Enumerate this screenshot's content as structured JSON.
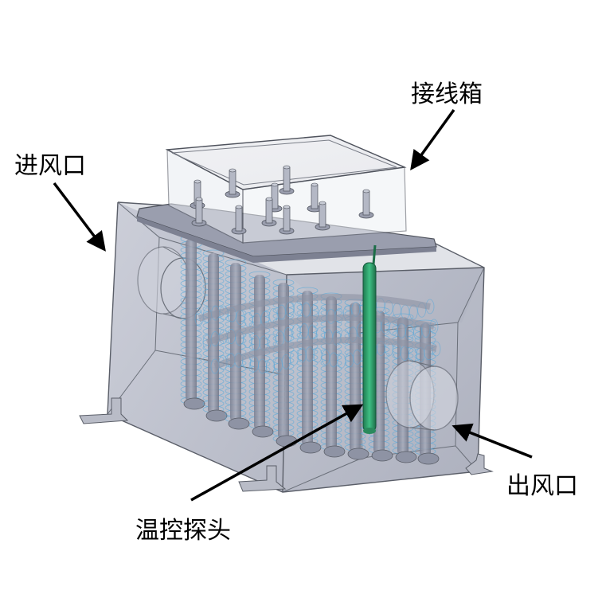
{
  "labels": {
    "inlet": "进风口",
    "junction_box": "接线箱",
    "probe": "温控探头",
    "outlet": "出风口"
  },
  "colors": {
    "housing": "#b3b6c4",
    "housing_dark": "#8f93a3",
    "tube": "#8e93a4",
    "fin": "#5aa9d8",
    "probe": "#2f9a68",
    "glass": "#e6eaef",
    "arrow": "#000000"
  }
}
